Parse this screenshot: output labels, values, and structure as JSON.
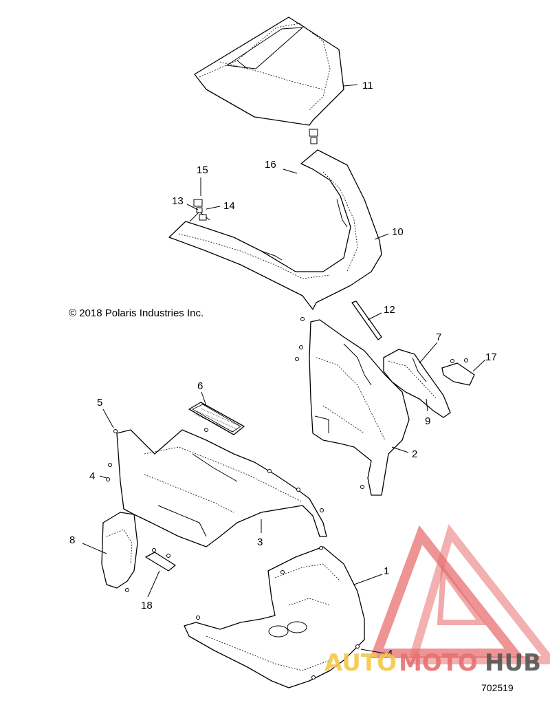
{
  "copyright": "© 2018 Polaris Industries Inc.",
  "document_number": "702519",
  "watermark": {
    "text_part1": "AUTO",
    "text_part2": "MOTO",
    "text_part3": "HUB",
    "color_orange": "#f5c84a",
    "color_red": "#e87070",
    "color_gray": "#555555"
  },
  "callouts": [
    "11",
    "16",
    "15",
    "13",
    "14",
    "10",
    "12",
    "7",
    "17",
    "9",
    "2",
    "6",
    "5",
    "4",
    "3",
    "8",
    "18",
    "1",
    "4"
  ]
}
